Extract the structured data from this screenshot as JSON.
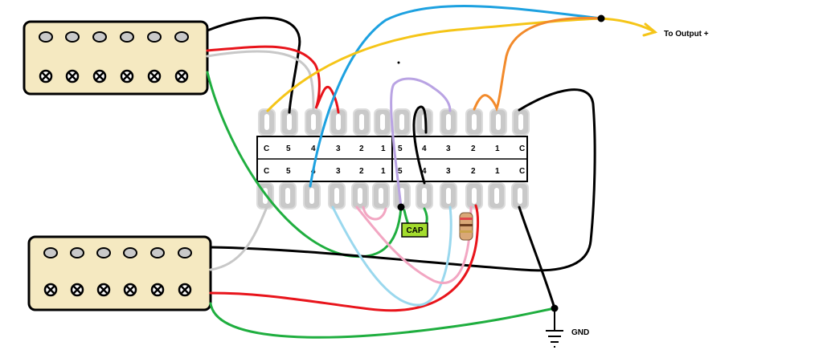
{
  "switch": {
    "top_row": [
      "C",
      "5",
      "4",
      "3",
      "2",
      "1",
      "5",
      "4",
      "3",
      "2",
      "1",
      "C"
    ],
    "bottom_row": [
      "C",
      "5",
      "4",
      "3",
      "2",
      "1",
      "5",
      "4",
      "3",
      "2",
      "1",
      "C"
    ]
  },
  "labels": {
    "output": "To Output +",
    "ground": "GND",
    "capacitor": "CAP"
  },
  "colors": {
    "pickup_body": "#f5e9c1",
    "pole": "#c9c9c9",
    "wire_black": "#000000",
    "wire_red": "#e8141b",
    "wire_white": "#c8c8c8",
    "wire_green": "#1fae3f",
    "wire_blue": "#1da1e0",
    "wire_yellow": "#f5c518",
    "wire_orange": "#f28a2b",
    "wire_lavender": "#b9a3e3",
    "wire_pink": "#f2a6c2",
    "wire_lightblue": "#9ad8ee",
    "cap_body": "#a4dd2e",
    "resistor_body": "#d9a877"
  }
}
